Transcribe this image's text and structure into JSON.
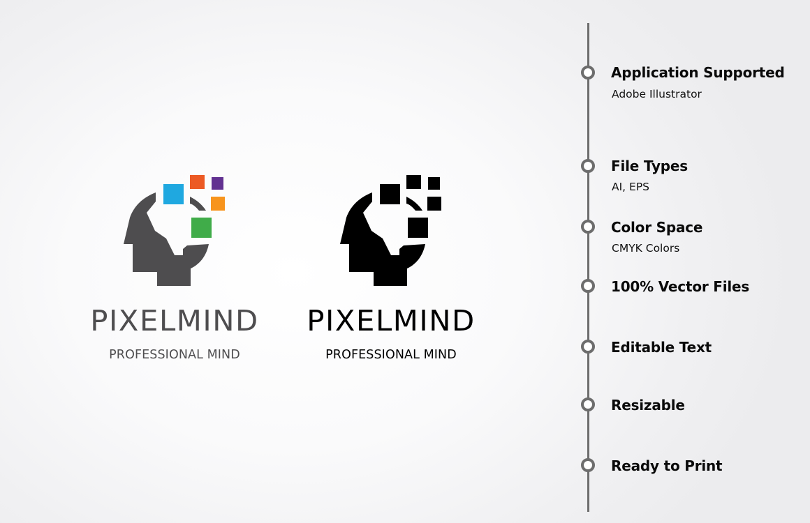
{
  "logos": [
    {
      "variant": "color",
      "name": "PIXELMIND",
      "tagline": "PROFESSIONAL MIND",
      "head_color": "#4e4d4f",
      "text_color": "#4e4d4f",
      "square_colors": {
        "blue": "#1fa8e0",
        "red_orange": "#ec5a24",
        "purple": "#623191",
        "orange": "#f7941d",
        "green": "#40ac49"
      },
      "icon": "head-with-pixels-icon"
    },
    {
      "variant": "black",
      "name": "PIXELMIND",
      "tagline": "PROFESSIONAL MIND",
      "head_color": "#000000",
      "text_color": "#000000",
      "icon": "head-with-pixels-icon"
    }
  ],
  "timeline": {
    "line_color": "#6d6d6d",
    "items": [
      {
        "title": "Application Supported",
        "subtitle": "Adobe Illustrator"
      },
      {
        "title": "File Types",
        "subtitle": "AI, EPS"
      },
      {
        "title": "Color Space",
        "subtitle": "CMYK Colors"
      },
      {
        "title": "100% Vector Files"
      },
      {
        "title": "Editable Text"
      },
      {
        "title": "Resizable"
      },
      {
        "title": "Ready to Print"
      }
    ]
  }
}
